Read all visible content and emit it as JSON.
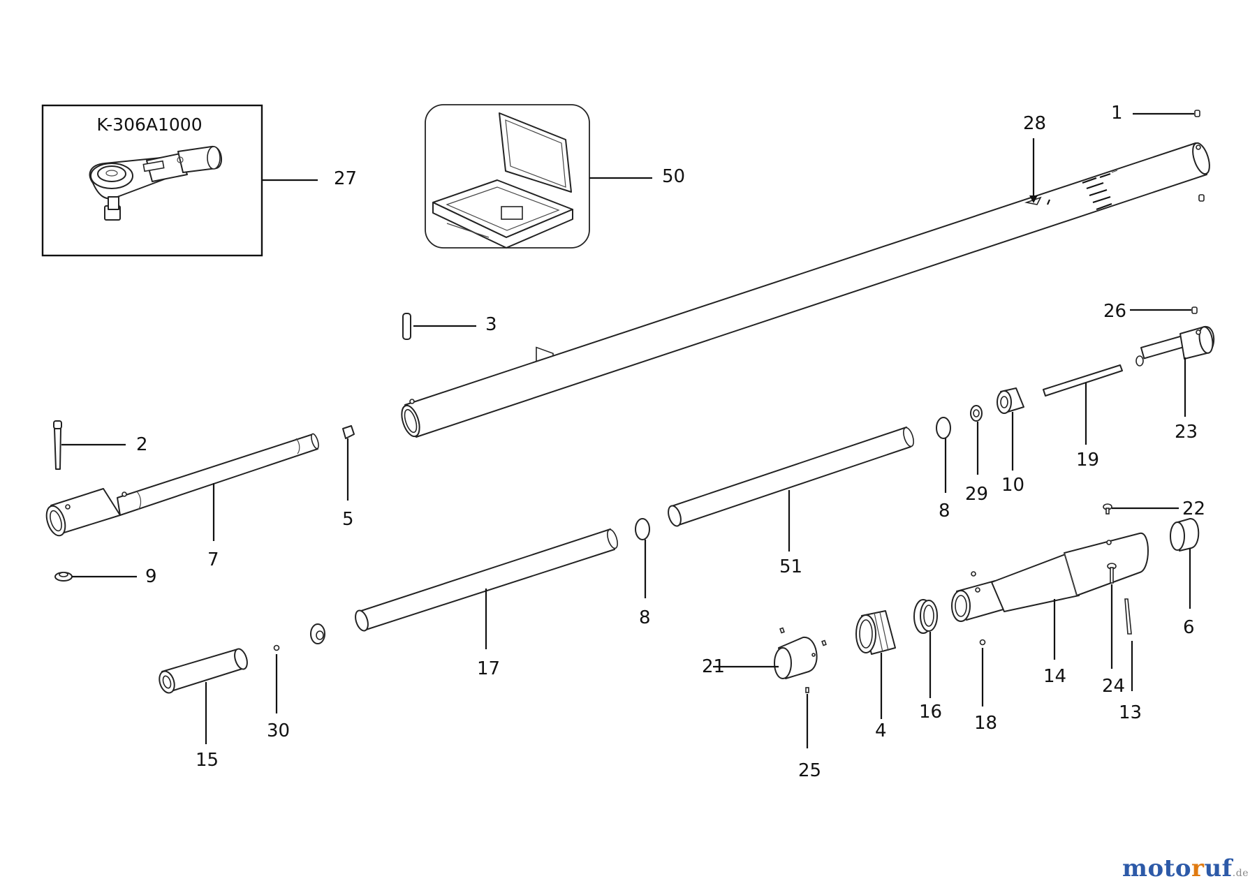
{
  "kit_box": {
    "code": "K-306A1000"
  },
  "labels": {
    "p1": "1",
    "p2": "2",
    "p3": "3",
    "p4": "4",
    "p5": "5",
    "p6": "6",
    "p7": "7",
    "p8a": "8",
    "p8b": "8",
    "p9": "9",
    "p10": "10",
    "p13": "13",
    "p14": "14",
    "p15": "15",
    "p16": "16",
    "p17": "17",
    "p18": "18",
    "p19": "19",
    "p21": "21",
    "p22": "22",
    "p23": "23",
    "p24": "24",
    "p25": "25",
    "p26": "26",
    "p27": "27",
    "p28": "28",
    "p29": "29",
    "p30": "30",
    "p50": "50",
    "p51": "51"
  },
  "watermark": {
    "part1": "moto",
    "part2": "r",
    "part3": "uf",
    "suffix": ".de"
  }
}
